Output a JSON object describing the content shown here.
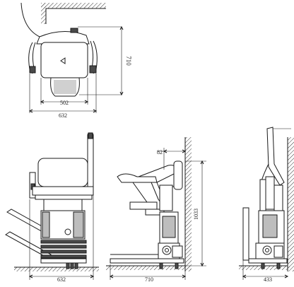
{
  "dimensions": {
    "top_depth": "710",
    "top_seat_width": "502",
    "top_overall_width": "632",
    "front_width": "632",
    "side_footprint": "710",
    "side_offset": "82",
    "side_height": "1033",
    "folded_depth": "433"
  }
}
